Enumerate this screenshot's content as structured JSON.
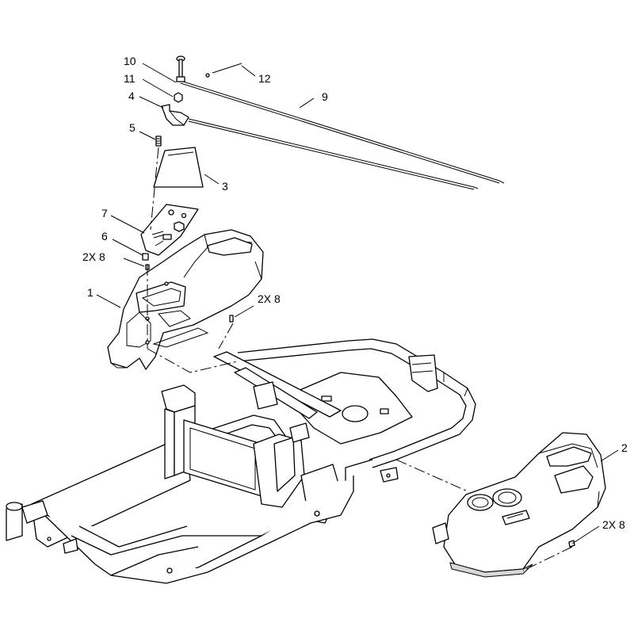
{
  "callouts": {
    "c10": "10",
    "c11": "11",
    "c12": "12",
    "c4": "4",
    "c9": "9",
    "c5": "5",
    "c3": "3",
    "c7": "7",
    "c6": "6",
    "c8a": "2X 8",
    "c1": "1",
    "c8b": "2X 8",
    "c2": "2",
    "c8c": "2X 8"
  }
}
